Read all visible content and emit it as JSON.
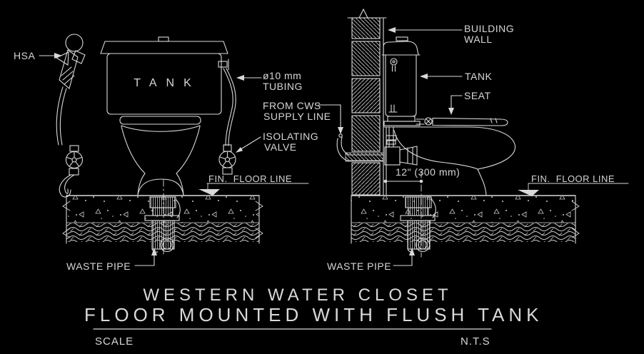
{
  "left_view": {
    "hsa": "HSA",
    "tank": "TANK",
    "tubing1": "ø10 mm",
    "tubing2": "TUBING",
    "cws1": "FROM CWS",
    "cws2": "SUPPLY LINE",
    "isolating1": "ISOLATING",
    "isolating2": "VALVE",
    "fin_floor": "FIN.  FLOOR LINE",
    "waste_pipe": "WASTE PIPE"
  },
  "right_view": {
    "building_wall1": "BUILDING",
    "building_wall2": "WALL",
    "tank": "TANK",
    "seat": "SEAT",
    "dimension": "12\" (300 mm)",
    "fin_floor": "FIN.  FLOOR LINE",
    "waste_pipe": "WASTE PIPE"
  },
  "title_block": {
    "line1": "WESTERN WATER CLOSET",
    "line2": "FLOOR MOUNTED WITH FLUSH TANK",
    "scale_label": "SCALE",
    "scale_value": "N.T.S"
  },
  "colors": {
    "background": "#000000",
    "line": "#d9d9d9"
  }
}
